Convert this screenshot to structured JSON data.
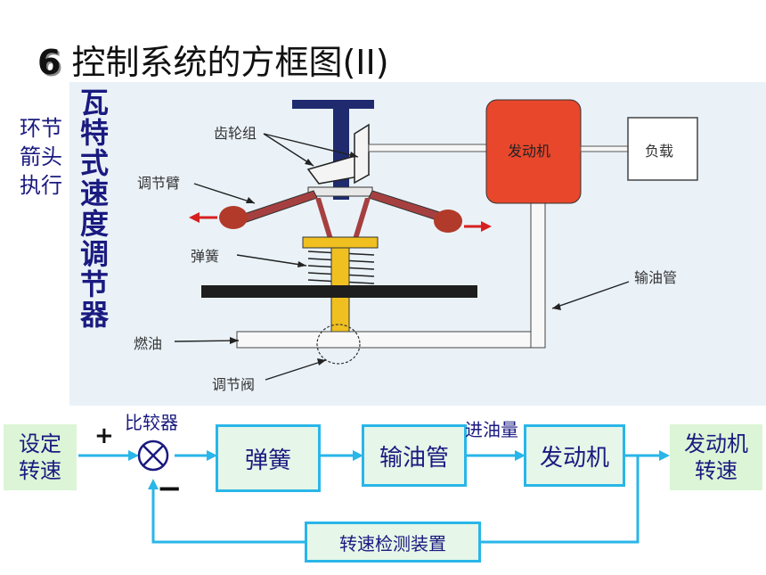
{
  "title": {
    "number": "6",
    "text": "控制系统的方框图(II)"
  },
  "side_note": "环节\n箭头\n执行",
  "vertical_title": "瓦特式速度调节器",
  "photo_labels": {
    "gear_set": "齿轮组",
    "adjust_arm": "调节臂",
    "spring": "弹簧",
    "fuel": "燃油",
    "valve": "调节阀",
    "engine": "发动机",
    "load": "负载",
    "oil_pipe": "输油管"
  },
  "block_diagram": {
    "input": "设定\n转速",
    "comparator_label": "比较器",
    "plus": "+",
    "minus": "−",
    "blocks": [
      "弹簧",
      "输油管",
      "发动机"
    ],
    "signal_label": "进油量",
    "output": "发动机\n转速",
    "feedback": "转速检测装置"
  },
  "colors": {
    "arrow": "#29b6e8",
    "block_border": "#29b6e8",
    "io_fill": "#dcf5d6",
    "engine_red": "#e8472c",
    "text_blue": "#1a1a80"
  }
}
